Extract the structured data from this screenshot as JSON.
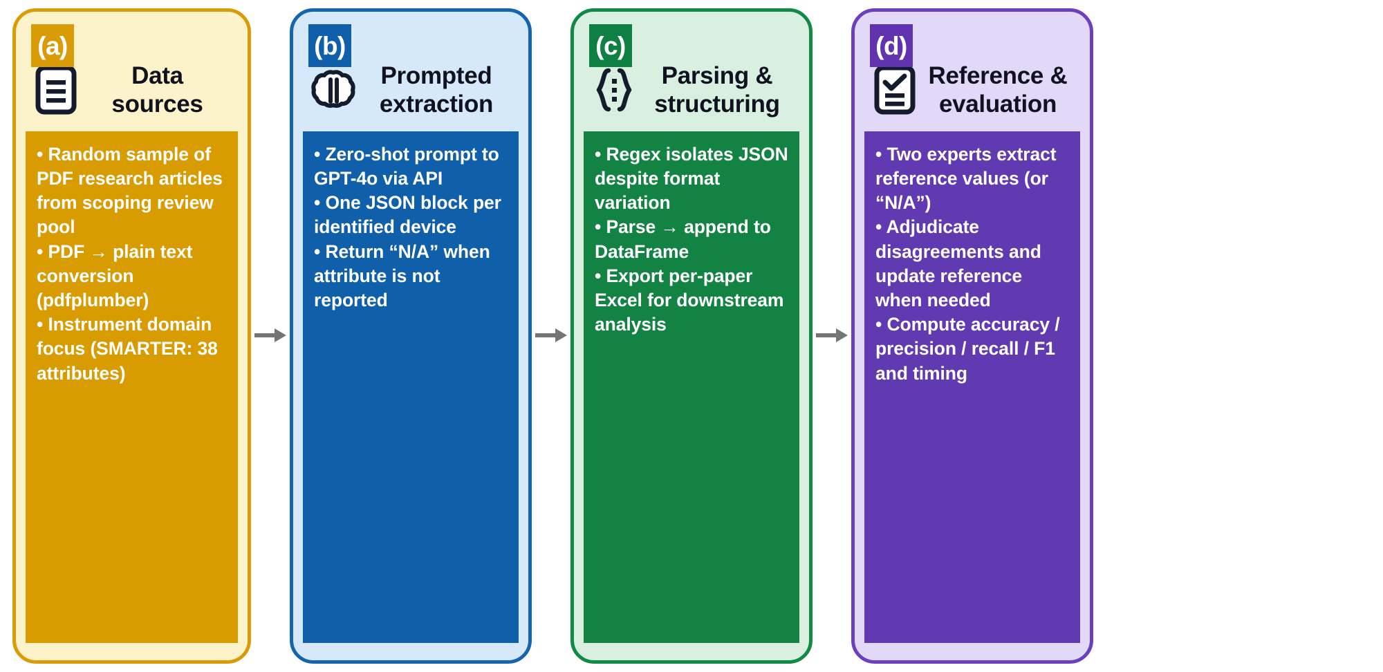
{
  "figure": {
    "type": "flowchart",
    "orientation": "horizontal",
    "panel_count": 4,
    "connector": "arrow-right",
    "connector_color": "#757575"
  },
  "panels": [
    {
      "tag": "(a)",
      "title": "Data sources",
      "icon": "document-lines-icon",
      "accent": "#D89B00",
      "fill": "#FCF3CB",
      "border": "#D99B06",
      "bullets": [
        "Random sample of PDF research articles from scoping review pool",
        "PDF → plain text conversion (pdfplumber)",
        "Instrument domain focus (SMARTER: 38 attributes)"
      ]
    },
    {
      "tag": "(b)",
      "title": "Prompted extraction",
      "icon": "brain-icon",
      "accent": "#0F5FAB",
      "fill": "#D6E9FA",
      "border": "#1564AE",
      "bullets": [
        "Zero-shot prompt to GPT-4o via API",
        "One JSON block per identified device",
        "Return “N/A” when attribute is not reported"
      ]
    },
    {
      "tag": "(c)",
      "title": "Parsing & structuring",
      "icon": "curly-braces-icon",
      "accent": "#128342",
      "fill": "#D9EFE0",
      "border": "#118A46",
      "bullets": [
        "Regex isolates JSON despite format variation",
        "Parse → append to DataFrame",
        "Export per-paper Excel for downstream analysis"
      ]
    },
    {
      "tag": "(d)",
      "title": "Reference & evaluation",
      "icon": "clipboard-check-icon",
      "accent": "#6139B0",
      "fill": "#E2D8F7",
      "border": "#6B3FBE",
      "bullets": [
        "Two experts extract reference values (or “N/A”)",
        "Adjudicate disagreements and update reference when needed",
        "Compute accuracy / precision / recall / F1 and timing"
      ]
    }
  ]
}
